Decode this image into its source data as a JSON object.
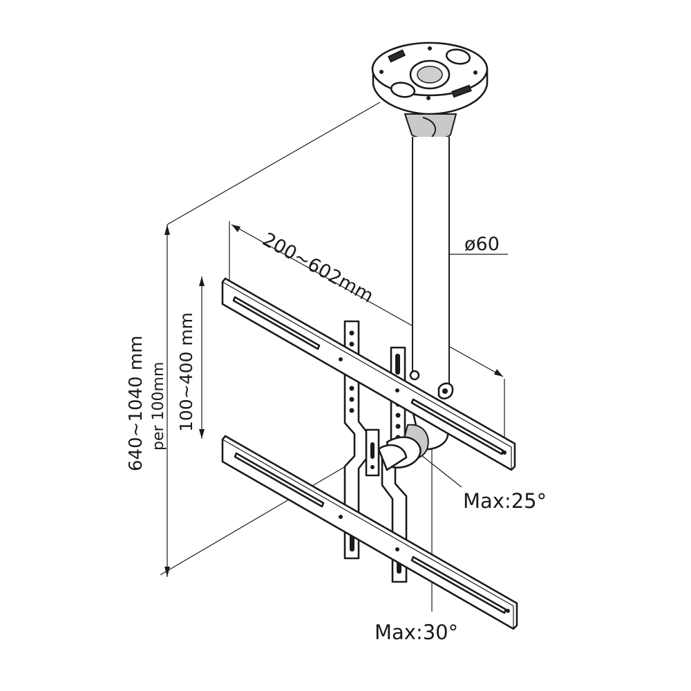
{
  "diagram": {
    "labels": {
      "width_range": "200~602mm",
      "pole_diameter": "ø60",
      "vesa_height_range": "100~400 mm",
      "height_range": "640~1040 mm",
      "height_step": "per 100mm",
      "tilt_max": "Max:25°",
      "swivel_max": "Max:30°"
    },
    "colors": {
      "line": "#1a1a1a",
      "background": "#ffffff",
      "shade": "#c9c9c9"
    }
  }
}
